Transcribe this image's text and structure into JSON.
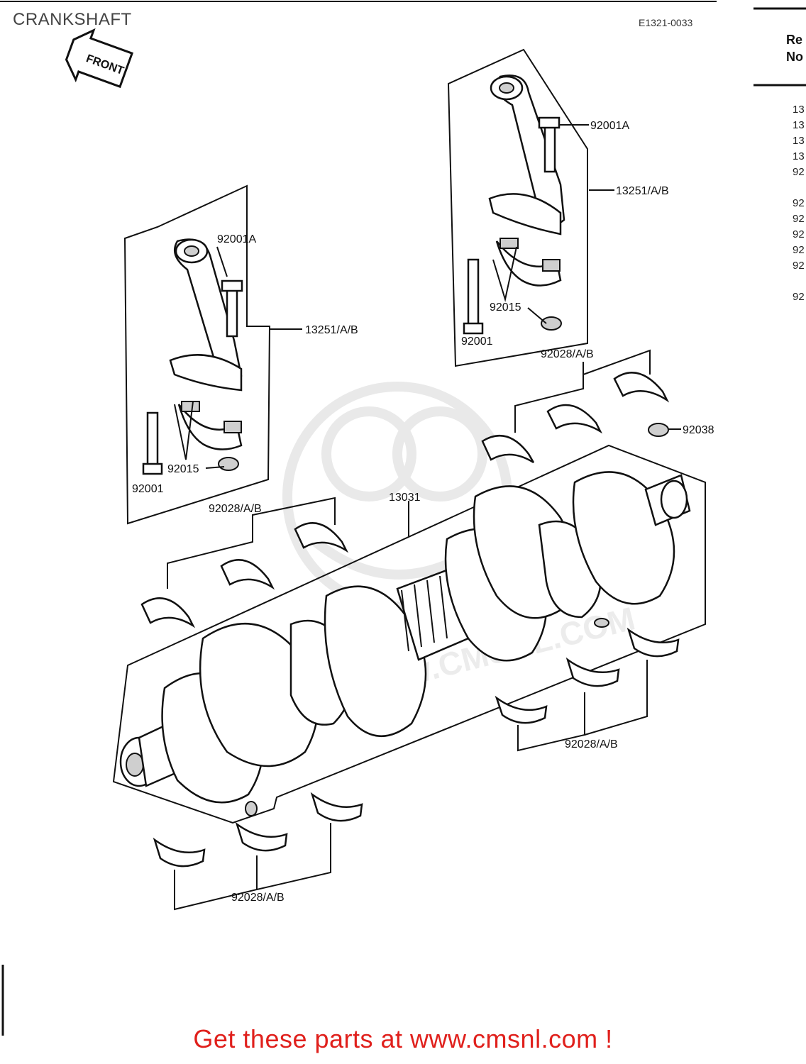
{
  "page": {
    "title": "CRANKSHAFT",
    "diagram_code": "E1321-0033",
    "front_badge": "FRONT",
    "footer_text": "Get these parts at www.cmsnl.com !",
    "watermark_text": "WWW.CMSNL.COM"
  },
  "ref_column": {
    "header_line1": "Re",
    "header_line2": "No",
    "items": [
      "13",
      "13",
      "13",
      "13",
      "92",
      "",
      "92",
      "92",
      "92",
      "92",
      "92",
      "",
      "92"
    ]
  },
  "labels": {
    "rod_right_bolt_a": "92001A",
    "rod_right_rod": "13251/A/B",
    "rod_right_nut": "92015",
    "rod_right_bolt": "92001",
    "rod_left_bolt_a": "92001A",
    "rod_left_rod": "13251/A/B",
    "rod_left_nut": "92015",
    "rod_left_bolt": "92001",
    "bearing_top_right": "92028/A/B",
    "pin": "92038",
    "crankshaft": "13031",
    "bearing_mid_left": "92028/A/B",
    "bearing_lower_right": "92028/A/B",
    "bearing_bottom": "92028/A/B"
  },
  "colors": {
    "footer": "#e0201c",
    "line": "#111111",
    "watermark": "#e9e9e9"
  }
}
